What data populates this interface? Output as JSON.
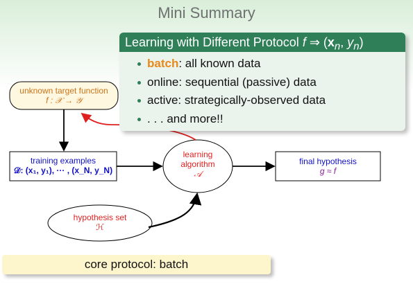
{
  "title": "Mini Summary",
  "protocol_box": {
    "heading_prefix": "Learning with Different Protocol ",
    "heading_formula": "f ⇒ (x",
    "heading_sub_n": "n",
    "heading_mid": ", y",
    "heading_sub_n2": "n",
    "heading_end": ")",
    "items": [
      {
        "strong": "batch",
        "rest": ": all known data"
      },
      {
        "text": "online: sequential (passive) data"
      },
      {
        "text": "active: strategically-observed data"
      },
      {
        "text": ". . . and more!!"
      }
    ]
  },
  "nodes": {
    "target": {
      "line1": "unknown target function",
      "line2": "f : 𝒳 → 𝒴"
    },
    "training": {
      "line1": "training examples",
      "line2": "𝒟: (x₁, y₁), ··· , (x_N, y_N)"
    },
    "algorithm": {
      "line1": "learning",
      "line2": "algorithm",
      "line3": "𝒜"
    },
    "hypothesis_set": {
      "line1": "hypothesis set",
      "line2": "ℋ"
    },
    "final": {
      "line1": "final hypothesis",
      "line2": "g ≈ f"
    }
  },
  "footer": {
    "text": "core protocol: batch"
  },
  "colors": {
    "accent_green": "#2f7f58",
    "orange": "#e8891c",
    "red": "#e01f1f",
    "blue": "#1010c8"
  }
}
